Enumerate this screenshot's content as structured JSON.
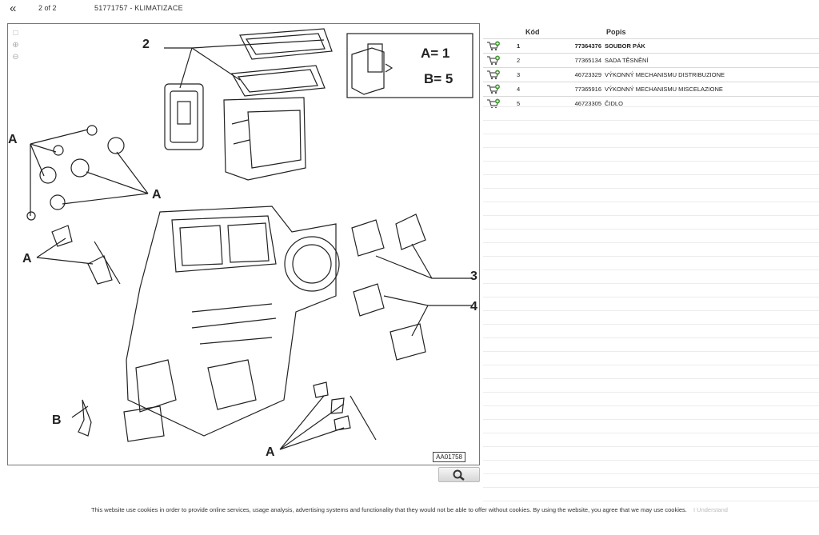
{
  "topbar": {
    "back_icon": "«",
    "page": "2 of 2",
    "title": "51771757 - KLIMATIZACE"
  },
  "diagram": {
    "tools": [
      "zoom-fit-icon",
      "zoom-in-icon",
      "zoom-out-icon"
    ],
    "labels": {
      "l2": "2",
      "lA_left": "A",
      "lA_mid": "A",
      "lA_low": "A",
      "lB": "B",
      "lA_bottom": "A",
      "l3": "3",
      "l4": "4"
    },
    "legend": {
      "a": "A= 1",
      "b": "B= 5"
    },
    "ref": "AA01758"
  },
  "table": {
    "headers": {
      "code": "Kód",
      "desc": "Popis"
    },
    "rows": [
      {
        "pos": "1",
        "code": "77364376",
        "desc": "SOUBOR PÁK"
      },
      {
        "pos": "2",
        "code": "77365134",
        "desc": "SADA TĚSNĚNÍ"
      },
      {
        "pos": "3",
        "code": "46723329",
        "desc": "VÝKONNÝ MECHANISMU DISTRIBUZIONE"
      },
      {
        "pos": "4",
        "code": "77365916",
        "desc": "VÝKONNÝ MECHANISMU MISCELAZIONE"
      },
      {
        "pos": "5",
        "code": "46723305",
        "desc": "ČIDLO"
      }
    ]
  },
  "cookie": {
    "text": "This website use cookies in order to provide online services, usage analysis, advertising systems and functionality that they would not be able to offer without cookies. By using the website, you agree that we may use cookies.",
    "accept": "I Understand"
  }
}
